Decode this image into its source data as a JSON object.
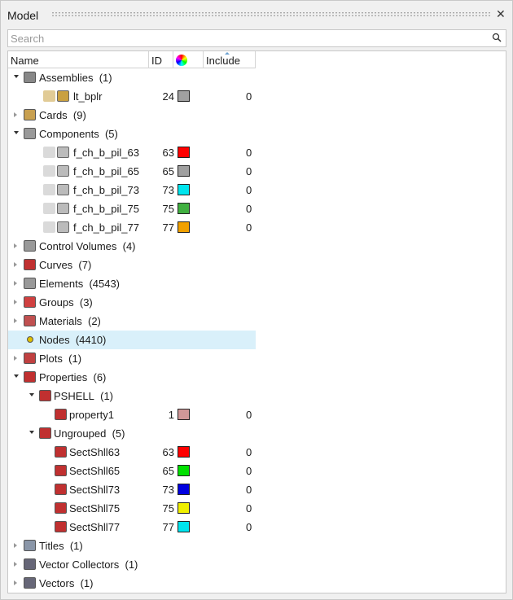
{
  "panel": {
    "title": "Model",
    "close": "✕"
  },
  "search": {
    "placeholder": "Search",
    "value": ""
  },
  "columns": {
    "name": "Name",
    "id": "ID",
    "include": "Include"
  },
  "rows": [
    {
      "label": "Assemblies",
      "count": "(1)",
      "level": 0,
      "expand": "open",
      "icon": "assembly-icon"
    },
    {
      "label": "lt_bplr",
      "level": 1,
      "leaf": true,
      "icon": "assembly-folder-icon",
      "id": "24",
      "color": "#a0a0a0",
      "include": "0"
    },
    {
      "label": "Cards",
      "count": "(9)",
      "level": 0,
      "expand": "closed",
      "icon": "cards-icon"
    },
    {
      "label": "Components",
      "count": "(5)",
      "level": 0,
      "expand": "open",
      "icon": "component-icon"
    },
    {
      "label": "f_ch_b_pil_63",
      "level": 1,
      "leaf": true,
      "icon": "component-item-icon",
      "id": "63",
      "color": "#ff0000",
      "include": "0"
    },
    {
      "label": "f_ch_b_pil_65",
      "level": 1,
      "leaf": true,
      "icon": "component-item-icon",
      "id": "65",
      "color": "#a0a0a0",
      "include": "0"
    },
    {
      "label": "f_ch_b_pil_73",
      "level": 1,
      "leaf": true,
      "icon": "component-item-icon",
      "id": "73",
      "color": "#00e5ee",
      "include": "0"
    },
    {
      "label": "f_ch_b_pil_75",
      "level": 1,
      "leaf": true,
      "icon": "component-item-icon",
      "id": "75",
      "color": "#40b040",
      "include": "0"
    },
    {
      "label": "f_ch_b_pil_77",
      "level": 1,
      "leaf": true,
      "icon": "component-item-icon",
      "id": "77",
      "color": "#f0a000",
      "include": "0"
    },
    {
      "label": "Control Volumes",
      "count": "(4)",
      "level": 0,
      "expand": "closed",
      "icon": "control-volume-icon"
    },
    {
      "label": "Curves",
      "count": "(7)",
      "level": 0,
      "expand": "closed",
      "icon": "curve-icon"
    },
    {
      "label": "Elements",
      "count": "(4543)",
      "level": 0,
      "expand": "closed",
      "icon": "element-icon"
    },
    {
      "label": "Groups",
      "count": "(3)",
      "level": 0,
      "expand": "closed",
      "icon": "group-icon"
    },
    {
      "label": "Materials",
      "count": "(2)",
      "level": 0,
      "expand": "closed",
      "icon": "material-icon"
    },
    {
      "label": "Nodes",
      "count": "(4410)",
      "level": 0,
      "expand": "none",
      "icon": "node-icon",
      "selected": true
    },
    {
      "label": "Plots",
      "count": "(1)",
      "level": 0,
      "expand": "closed",
      "icon": "plot-icon"
    },
    {
      "label": "Properties",
      "count": "(6)",
      "level": 0,
      "expand": "open",
      "icon": "property-icon"
    },
    {
      "label": "PSHELL",
      "count": "(1)",
      "level": 1,
      "expand": "open",
      "icon": "property-icon"
    },
    {
      "label": "property1",
      "level": 2,
      "leaf": true,
      "icon": "property-icon",
      "id": "1",
      "color": "#d09898",
      "include": "0"
    },
    {
      "label": "Ungrouped",
      "count": "(5)",
      "level": 1,
      "expand": "open",
      "icon": "property-icon"
    },
    {
      "label": "SectShll63",
      "level": 2,
      "leaf": true,
      "icon": "property-icon",
      "id": "63",
      "color": "#ff0000",
      "include": "0"
    },
    {
      "label": "SectShll65",
      "level": 2,
      "leaf": true,
      "icon": "property-icon",
      "id": "65",
      "color": "#00e000",
      "include": "0"
    },
    {
      "label": "SectShll73",
      "level": 2,
      "leaf": true,
      "icon": "property-icon",
      "id": "73",
      "color": "#0000e0",
      "include": "0"
    },
    {
      "label": "SectShll75",
      "level": 2,
      "leaf": true,
      "icon": "property-icon",
      "id": "75",
      "color": "#f0f000",
      "include": "0"
    },
    {
      "label": "SectShll77",
      "level": 2,
      "leaf": true,
      "icon": "property-icon",
      "id": "77",
      "color": "#00e5ee",
      "include": "0"
    },
    {
      "label": "Titles",
      "count": "(1)",
      "level": 0,
      "expand": "closed",
      "icon": "title-icon"
    },
    {
      "label": "Vector Collectors",
      "count": "(1)",
      "level": 0,
      "expand": "closed",
      "icon": "vector-collector-icon"
    },
    {
      "label": "Vectors",
      "count": "(1)",
      "level": 0,
      "expand": "closed",
      "icon": "vector-icon"
    }
  ]
}
